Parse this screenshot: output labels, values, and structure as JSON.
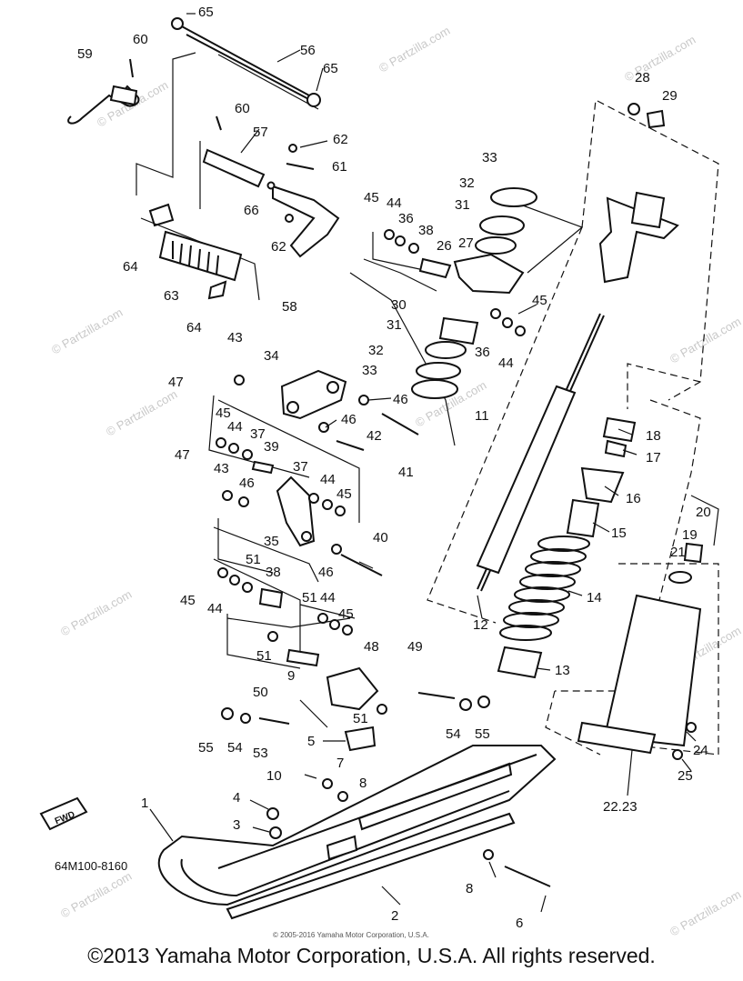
{
  "diagram": {
    "part_labels": [
      {
        "id": "l65a",
        "text": "65"
      },
      {
        "id": "l60a",
        "text": "60"
      },
      {
        "id": "l59",
        "text": "59"
      },
      {
        "id": "l56",
        "text": "56"
      },
      {
        "id": "l65b",
        "text": "65"
      },
      {
        "id": "l60b",
        "text": "60"
      },
      {
        "id": "l57",
        "text": "57"
      },
      {
        "id": "l62a",
        "text": "62"
      },
      {
        "id": "l61",
        "text": "61"
      },
      {
        "id": "l66",
        "text": "66"
      },
      {
        "id": "l62b",
        "text": "62"
      },
      {
        "id": "l64a",
        "text": "64"
      },
      {
        "id": "l63",
        "text": "63"
      },
      {
        "id": "l64b",
        "text": "64"
      },
      {
        "id": "l58",
        "text": "58"
      },
      {
        "id": "l28",
        "text": "28"
      },
      {
        "id": "l29",
        "text": "29"
      },
      {
        "id": "l33a",
        "text": "33"
      },
      {
        "id": "l32a",
        "text": "32"
      },
      {
        "id": "l31a",
        "text": "31"
      },
      {
        "id": "l45a",
        "text": "45"
      },
      {
        "id": "l44a",
        "text": "44"
      },
      {
        "id": "l36a",
        "text": "36"
      },
      {
        "id": "l38a",
        "text": "38"
      },
      {
        "id": "l26",
        "text": "26"
      },
      {
        "id": "l27",
        "text": "27"
      },
      {
        "id": "l45b",
        "text": "45"
      },
      {
        "id": "l30",
        "text": "30"
      },
      {
        "id": "l31b",
        "text": "31"
      },
      {
        "id": "l36b",
        "text": "36"
      },
      {
        "id": "l44b",
        "text": "44"
      },
      {
        "id": "l32b",
        "text": "32"
      },
      {
        "id": "l33b",
        "text": "33"
      },
      {
        "id": "l43a",
        "text": "43"
      },
      {
        "id": "l34",
        "text": "34"
      },
      {
        "id": "l47a",
        "text": "47"
      },
      {
        "id": "l46a",
        "text": "46"
      },
      {
        "id": "l46b",
        "text": "46"
      },
      {
        "id": "l11",
        "text": "11"
      },
      {
        "id": "l45c",
        "text": "45"
      },
      {
        "id": "l44c",
        "text": "44"
      },
      {
        "id": "l37a",
        "text": "37"
      },
      {
        "id": "l39",
        "text": "39"
      },
      {
        "id": "l42",
        "text": "42"
      },
      {
        "id": "l41",
        "text": "41"
      },
      {
        "id": "l18",
        "text": "18"
      },
      {
        "id": "l17",
        "text": "17"
      },
      {
        "id": "l47b",
        "text": "47"
      },
      {
        "id": "l43b",
        "text": "43"
      },
      {
        "id": "l46c",
        "text": "46"
      },
      {
        "id": "l37b",
        "text": "37"
      },
      {
        "id": "l44d",
        "text": "44"
      },
      {
        "id": "l45d",
        "text": "45"
      },
      {
        "id": "l16",
        "text": "16"
      },
      {
        "id": "l15",
        "text": "15"
      },
      {
        "id": "l20",
        "text": "20"
      },
      {
        "id": "l19",
        "text": "19"
      },
      {
        "id": "l35",
        "text": "35"
      },
      {
        "id": "l40",
        "text": "40"
      },
      {
        "id": "l21",
        "text": "21"
      },
      {
        "id": "l51a",
        "text": "51"
      },
      {
        "id": "l38b",
        "text": "38"
      },
      {
        "id": "l46d",
        "text": "46"
      },
      {
        "id": "l14",
        "text": "14"
      },
      {
        "id": "l45e",
        "text": "45"
      },
      {
        "id": "l44e",
        "text": "44"
      },
      {
        "id": "l51b",
        "text": "51"
      },
      {
        "id": "l44f",
        "text": "44"
      },
      {
        "id": "l45f",
        "text": "45"
      },
      {
        "id": "l12",
        "text": "12"
      },
      {
        "id": "l49",
        "text": "49"
      },
      {
        "id": "l48",
        "text": "48"
      },
      {
        "id": "l51c",
        "text": "51"
      },
      {
        "id": "l9",
        "text": "9"
      },
      {
        "id": "l13",
        "text": "13"
      },
      {
        "id": "l50",
        "text": "50"
      },
      {
        "id": "l51d",
        "text": "51"
      },
      {
        "id": "l54a",
        "text": "54"
      },
      {
        "id": "l55a",
        "text": "55"
      },
      {
        "id": "l55b",
        "text": "55"
      },
      {
        "id": "l54b",
        "text": "54"
      },
      {
        "id": "l53",
        "text": "53"
      },
      {
        "id": "l5",
        "text": "5"
      },
      {
        "id": "l24",
        "text": "24"
      },
      {
        "id": "l7",
        "text": "7"
      },
      {
        "id": "l10",
        "text": "10"
      },
      {
        "id": "l8a",
        "text": "8"
      },
      {
        "id": "l25",
        "text": "25"
      },
      {
        "id": "l1",
        "text": "1"
      },
      {
        "id": "l2223",
        "text": "22.23"
      },
      {
        "id": "l4",
        "text": "4"
      },
      {
        "id": "l3",
        "text": "3"
      },
      {
        "id": "l8b",
        "text": "8"
      },
      {
        "id": "l2b",
        "text": "2"
      },
      {
        "id": "l6",
        "text": "6"
      }
    ],
    "diagram_code": "64M100-8160",
    "fwd_label": "FWD",
    "small_copyright": "© 2005-2016 Yamaha Motor Corporation, U.S.A.",
    "watermark_text": "© Partzilla.com"
  },
  "footer": {
    "copyright": "©2013 Yamaha Motor Corporation, U.S.A. All rights reserved."
  }
}
